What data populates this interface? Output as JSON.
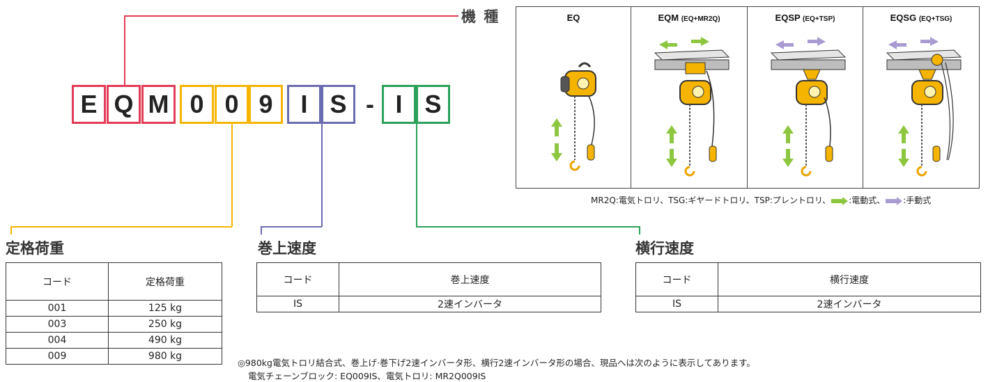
{
  "header": {
    "kishu_label": "機 種"
  },
  "code": {
    "chars": [
      "E",
      "Q",
      "M",
      "0",
      "0",
      "9",
      "I",
      "S",
      "-",
      "I",
      "S"
    ],
    "colors": {
      "model": "#e23b56",
      "capacity": "#f5b400",
      "lift": "#6b6bb0",
      "travel": "#2aa05a"
    }
  },
  "panel": {
    "columns": [
      {
        "name": "EQ",
        "sub": ""
      },
      {
        "name": "EQM",
        "sub": "(EQ+MR2Q)"
      },
      {
        "name": "EQSP",
        "sub": "(EQ+TSP)"
      },
      {
        "name": "EQSG",
        "sub": "(EQ+TSG)"
      }
    ],
    "legend": {
      "prefix": "MR2Q:電気トロリ、TSG:ギヤードトロリ、TSP:プレントロリ、",
      "electric": ":電動式、",
      "manual": ":手動式",
      "electric_color": "#8dc63f",
      "manual_color": "#a99bd1"
    }
  },
  "capacity": {
    "title": "定格荷重",
    "headers": [
      "コード",
      "定格荷重"
    ],
    "rows": [
      [
        "001",
        "125 kg"
      ],
      [
        "003",
        "250 kg"
      ],
      [
        "004",
        "490 kg"
      ],
      [
        "009",
        "980 kg"
      ]
    ]
  },
  "lift_speed": {
    "title": "巻上速度",
    "headers": [
      "コード",
      "巻上速度"
    ],
    "rows": [
      [
        "IS",
        "2速インバータ"
      ]
    ]
  },
  "travel_speed": {
    "title": "横行速度",
    "headers": [
      "コード",
      "横行速度"
    ],
    "rows": [
      [
        "IS",
        "2速インバータ"
      ]
    ]
  },
  "notes": {
    "line1": "◎980kg電気トロリ結合式、巻上げ·巻下げ2速インバータ形、横行2速インバータ形の場合、現品へは次のように表示してあります。",
    "line2": "電気チェーンブロック: EQ009IS、電気トロリ: MR2Q009IS"
  }
}
